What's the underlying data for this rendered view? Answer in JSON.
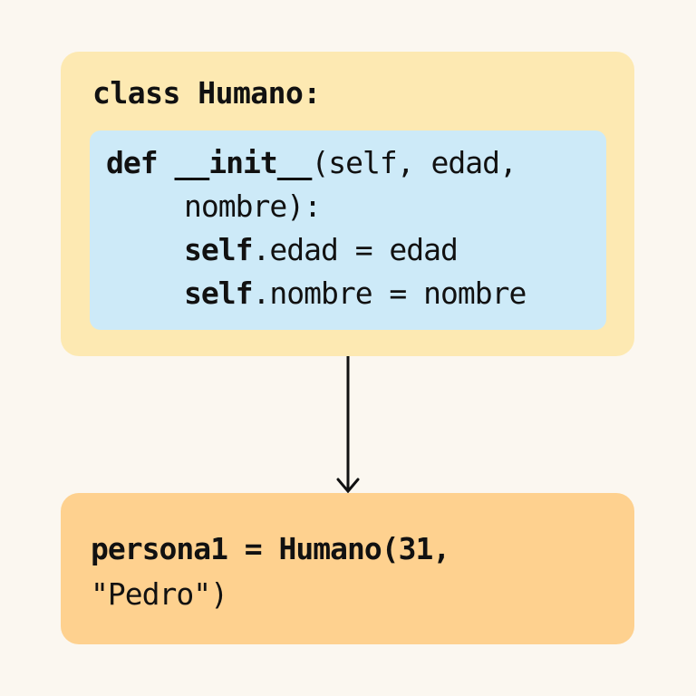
{
  "class_box": {
    "header": "class Humano:",
    "color": "#fde9b2",
    "init_method": {
      "color": "#cdeaf8",
      "line1": {
        "keyword": "def",
        "method_name": "__init__",
        "params_start": "(self, edad,"
      },
      "line2": {
        "text": "nombre):"
      },
      "line3": {
        "self_kw": "self",
        "rest": ".edad = edad"
      },
      "line4": {
        "self_kw": "self",
        "rest": ".nombre = nombre"
      }
    }
  },
  "arrow": {
    "direction": "down",
    "color": "#111111"
  },
  "instance_box": {
    "color": "#fed18f",
    "line1": "persona1 = Humano(31,",
    "line2": "\"Pedro\")"
  },
  "background_color": "#fbf7f0"
}
